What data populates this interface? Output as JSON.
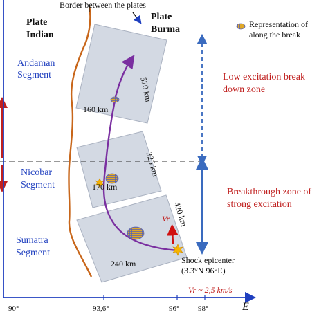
{
  "colors": {
    "axis": "#1f3fbf",
    "border_line": "#c8661a",
    "panel_fill": "#d3d9e3",
    "panel_stroke": "#a9b1c0",
    "rupture_path": "#7a2fa0",
    "low_zone_text": "#c0201f",
    "break_zone_text": "#c0201f",
    "zone_arrow": "#3a6bbf",
    "left_arrow": "#c0201f",
    "vr_arrow": "#d01010",
    "vr_label": "#c0201f"
  },
  "labels": {
    "border_between_plates": "Border between the plates",
    "plate_indian_line1": "Plate",
    "plate_indian_line2": "Indian",
    "plate_burma_line1": "Plate",
    "plate_burma_line2": "Burma",
    "legend_line1": "Representation of",
    "legend_line2": "along the break",
    "segment_andaman_line1": "Andaman",
    "segment_andaman_line2": "Segment",
    "segment_nicobar_line1": "Nicobar",
    "segment_nicobar_line2": "Segment",
    "segment_sumatra_line1": "Sumatra",
    "segment_sumatra_line2": "Segment",
    "low_zone_line1": "Low excitation break",
    "low_zone_line2": "down zone",
    "break_zone_line1": "Breakthrough zone of",
    "break_zone_line2": "strong excitation",
    "dist_570": "570 km",
    "dist_325": "325 km",
    "dist_420": "420 km",
    "dist_160": "160 km",
    "dist_170": "170 km",
    "dist_240": "240 km",
    "vr_arrow_label": "Vr",
    "shock_line1": "Shock epicenter",
    "shock_line2": "(3.3°N 96°E)",
    "vr_speed": "Vr ~ 2,5 km/s",
    "axis_label": "E"
  },
  "axis_ticks": [
    "90°",
    "93,6°",
    "96°",
    "98°"
  ],
  "icons": {
    "asperity": "asperity-disc-icon",
    "epicenter": "epicenter-star-icon"
  }
}
